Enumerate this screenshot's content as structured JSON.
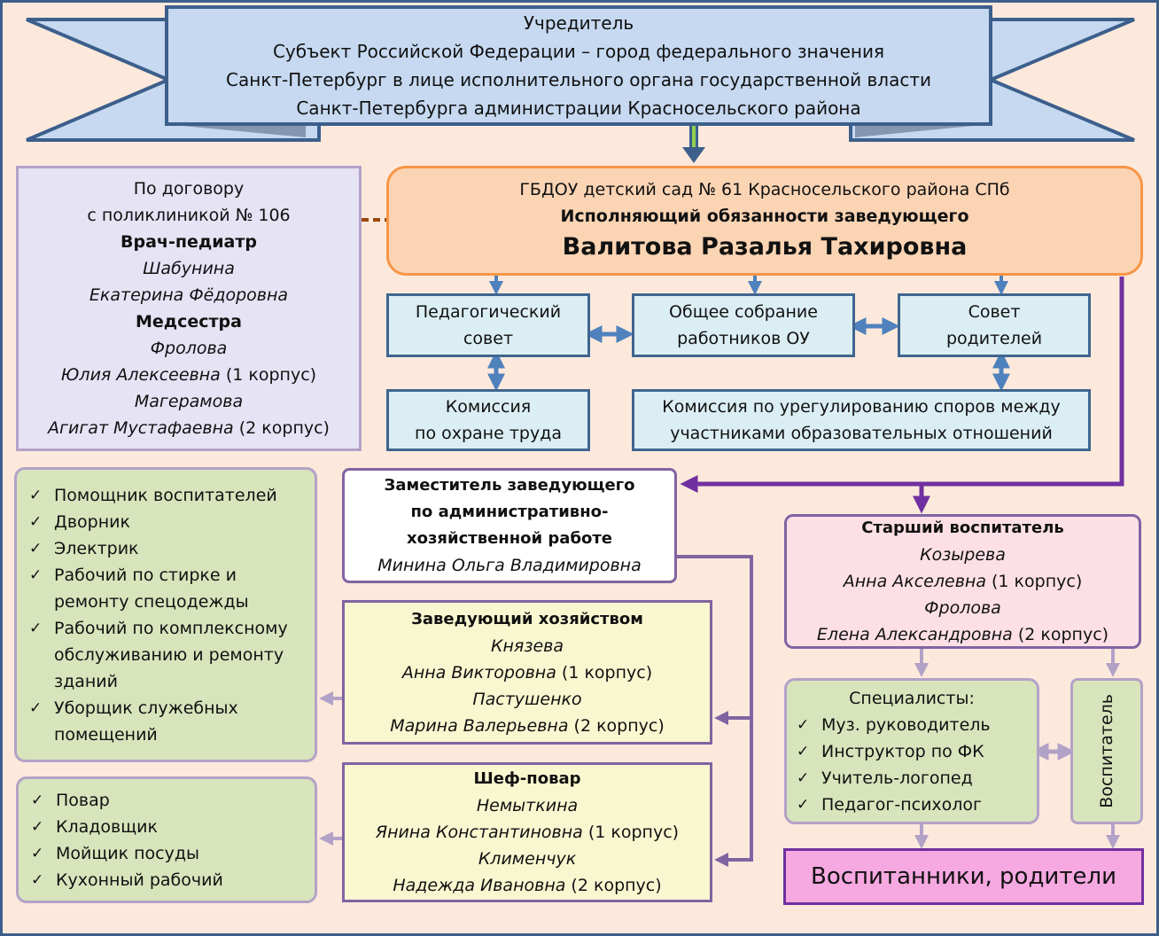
{
  "founder": {
    "lines": [
      "Учредитель",
      "Субъект Российской Федерации – город федерального значения",
      "Санкт-Петербург в лице исполнительного органа государственной власти",
      "Санкт-Петербурга   администрации Красносельского района"
    ]
  },
  "head": {
    "institution": "ГБДОУ детский сад № 61 Красносельского района СПб",
    "role": "Исполняющий обязанности заведующего",
    "name": "Валитова Разалья Тахировна"
  },
  "medical": {
    "line1": "По договору",
    "line2": "с поликлиникой № 106",
    "doctor_title": "Врач-педиатр",
    "doctor_surname": "Шабунина",
    "doctor_name": "Екатерина Фёдоровна",
    "nurse_title": "Медсестра",
    "nurse1_surname": "Фролова",
    "nurse1_name": "Юлия Алексеевна",
    "nurse1_building": " (1 корпус)",
    "nurse2_surname": "Магерамова",
    "nurse2_name": "Агигат Мустафаевна",
    "nurse2_building": " (2 корпус)"
  },
  "councils": {
    "pedagogical": [
      "Педагогический",
      "совет"
    ],
    "general_meeting": [
      "Общее собрание",
      "работников ОУ"
    ],
    "parents": [
      "Совет",
      "родителей"
    ],
    "labor_protection": [
      "Комиссия",
      "по охране труда"
    ],
    "disputes": [
      "Комиссия по урегулированию споров между",
      "участниками образовательных отношений"
    ]
  },
  "deputy": {
    "title": [
      "Заместитель заведующего",
      "по административно-",
      "хозяйственной работе"
    ],
    "name": "Минина Ольга Владимировна"
  },
  "housekeeper": {
    "title": "Заведующий хозяйством",
    "p1_surname": "Князева",
    "p1_name": "Анна Викторовна",
    "p1_building": " (1 корпус)",
    "p2_surname": "Пастушенко",
    "p2_name": "Марина Валерьевна",
    "p2_building": " (2 корпус)"
  },
  "chef": {
    "title": "Шеф-повар",
    "p1_surname": "Немыткина",
    "p1_name": "Янина Константиновна",
    "p1_building": " (1 корпус)",
    "p2_surname": "Клименчук",
    "p2_name": "Надежда Ивановна",
    "p2_building": " (2 корпус)"
  },
  "service_staff": {
    "items": [
      "Помощник воспитателей",
      "Дворник",
      "Электрик",
      "Рабочий по стирке и ремонту спецодежды",
      "Рабочий по комплексному обслуживанию и ремонту зданий",
      "Уборщик служебных помещений"
    ]
  },
  "kitchen_staff": {
    "items": [
      "Повар",
      "Кладовщик",
      "Мойщик посуды",
      "Кухонный рабочий"
    ]
  },
  "senior_teacher": {
    "title": "Старший воспитатель",
    "p1_surname": "Козырева",
    "p1_name": "Анна Акселевна",
    "p1_building": " (1 корпус)",
    "p2_surname": "Фролова",
    "p2_name": "Елена Александровна",
    "p2_building": " (2 корпус)"
  },
  "specialists": {
    "title": "Специалисты:",
    "items": [
      "Муз. руководитель",
      "Инструктор по ФК",
      "Учитель-логопед",
      "Педагог-психолог"
    ]
  },
  "teacher": {
    "label": "Воспитатель"
  },
  "pupils": {
    "label": "Воспитанники, родители"
  },
  "colors": {
    "frame_border": "#3c5f8c",
    "background": "#fde9dc",
    "blue_box": "#dbeef4",
    "orange_box": "#fbd4b4",
    "purple_line": "#7030a0",
    "lavender_line": "#b3a2c7",
    "blue_arrow": "#4f81bd"
  }
}
